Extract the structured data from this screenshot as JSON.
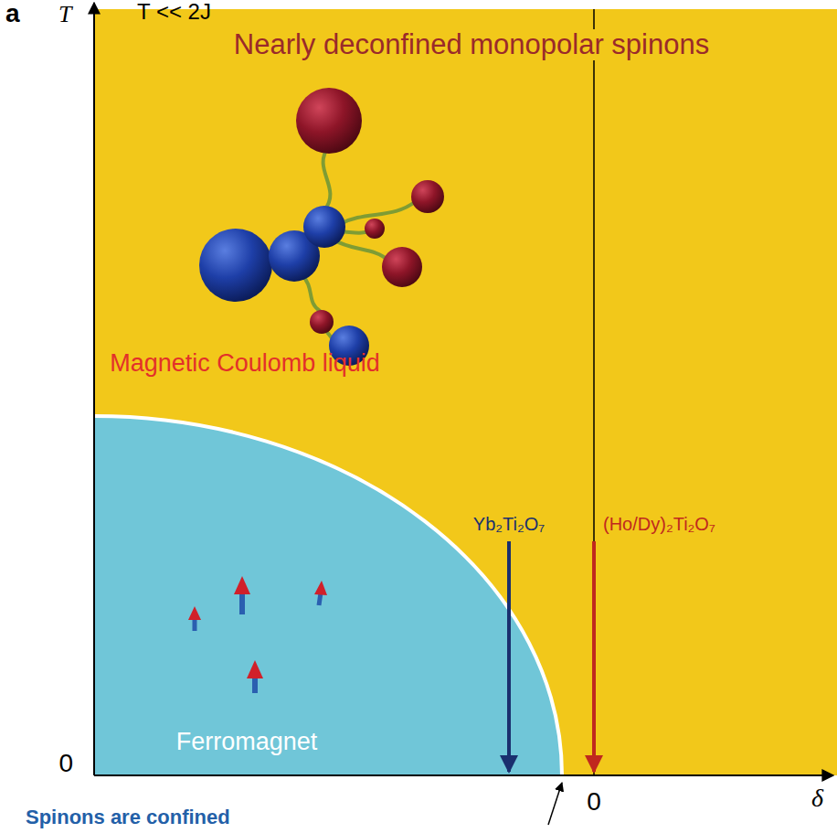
{
  "diagram": {
    "nodes": [
      {
        "text": [
          "Nearly deconfined monopolar spinons",
          "Magnetic Coulomb liquid"
        ]
      },
      {
        "text": [
          "Ferromagnet"
        ],
        "in": 0
      }
    ],
    "labels": [
      "a",
      "T",
      "T << 2J",
      "Yb₂Ti₂O₇",
      "(Ho/Dy)₂Ti₂O₇",
      "0",
      "0",
      "δ",
      "Spinons are confined"
    ]
  }
}
